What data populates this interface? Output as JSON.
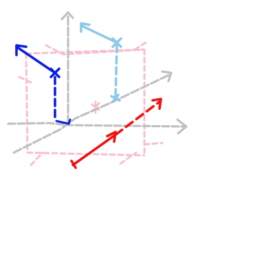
{
  "diagram": {
    "kind": "3d-vector-sketch",
    "colors": {
      "axes": "#c0c0c0",
      "box": "#f7c0cc",
      "vector_dark_blue": "#0a1fe0",
      "vector_light_blue": "#8ec8ea",
      "vector_red": "#ee1111"
    },
    "elements": [
      "x-axis",
      "y-axis",
      "z-axis",
      "reference-box",
      "dark-blue-vector",
      "light-blue-vector",
      "red-vector"
    ]
  }
}
